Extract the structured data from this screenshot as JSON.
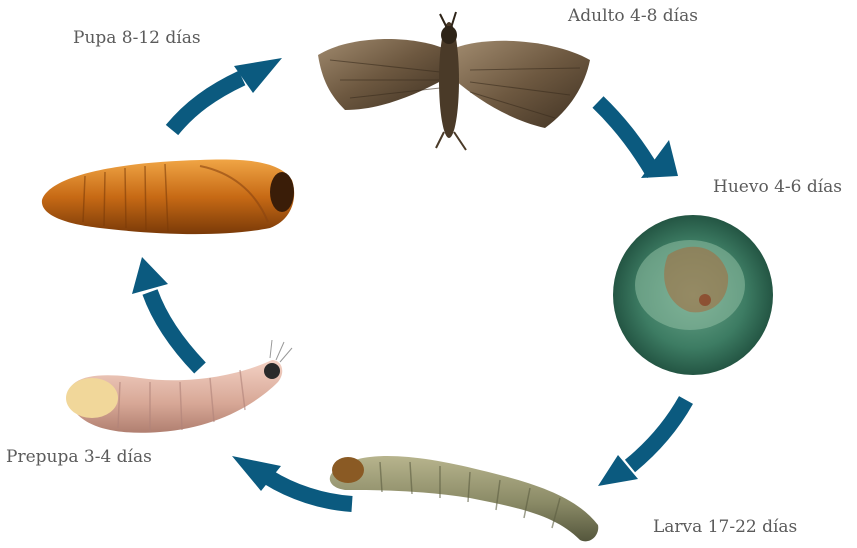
{
  "stages": {
    "adulto": "Adulto 4-8 días",
    "huevo": "Huevo 4-6 días",
    "larva": "Larva 17-22 días",
    "prepupa": "Prepupa 3-4 días",
    "pupa": "Pupa 8-12 días"
  },
  "colors": {
    "arrow": "#0b5a7f",
    "label": "#5b5b5b"
  }
}
